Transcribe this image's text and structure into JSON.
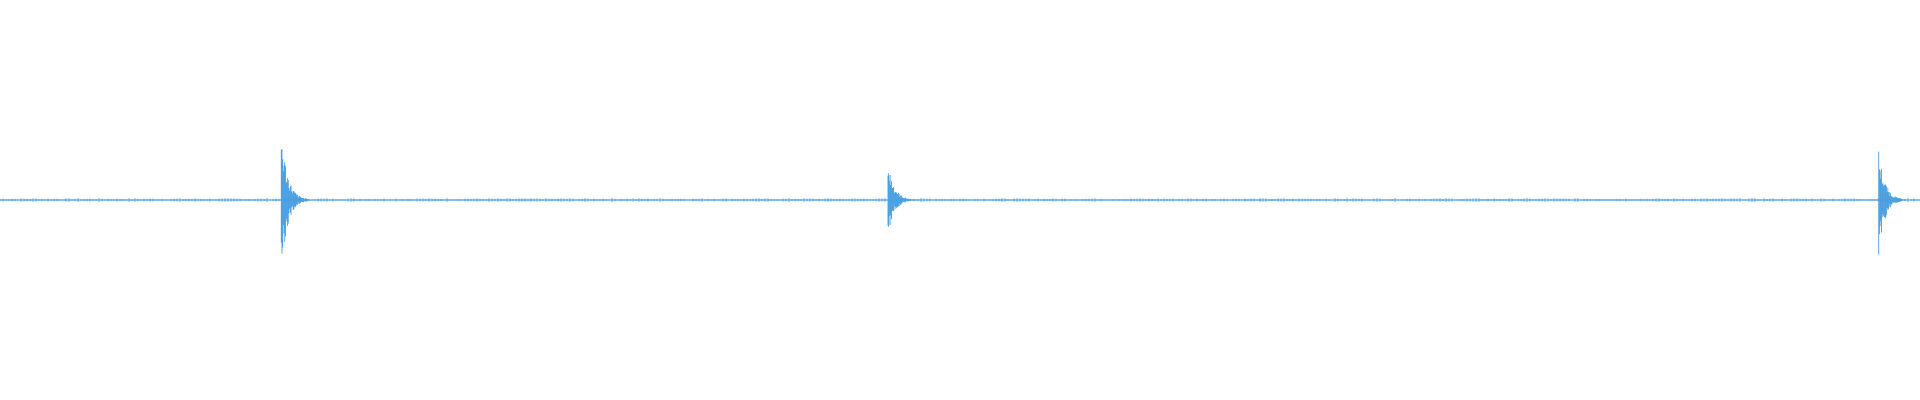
{
  "waveform": {
    "color": "#4a9fe0",
    "background": "#ffffff",
    "bursts": [
      {
        "position": 0.1465,
        "amplitude": 0.185
      },
      {
        "position": 0.4625,
        "amplitude": 0.1
      },
      {
        "position": 0.9785,
        "amplitude": 0.13
      }
    ]
  }
}
